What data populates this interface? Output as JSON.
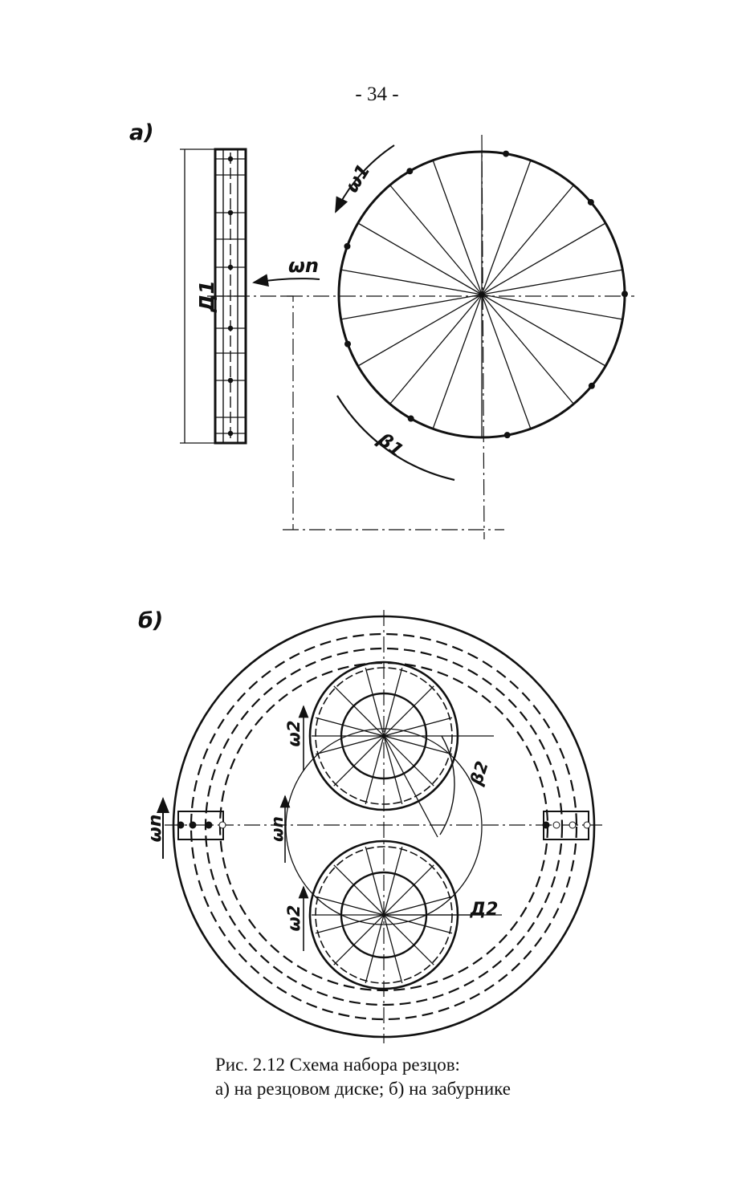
{
  "page_number": "- 34 -",
  "figure_a": {
    "label": "а)",
    "annotations": {
      "diameter": "Д1",
      "omega_disc": "ω1",
      "omega_feed": "ωn",
      "beta": "β1"
    }
  },
  "figure_b": {
    "label": "б)",
    "annotations": {
      "omega_feed_left": "ωn",
      "omega_feed_center": "ωn",
      "omega_top": "ω2",
      "omega_bottom": "ω2",
      "beta": "β2",
      "diameter": "Д2"
    }
  },
  "caption": {
    "line1": "Рис. 2.12 Схема набора резцов:",
    "line2": "а) на резцовом диске; б) на забурнике"
  }
}
